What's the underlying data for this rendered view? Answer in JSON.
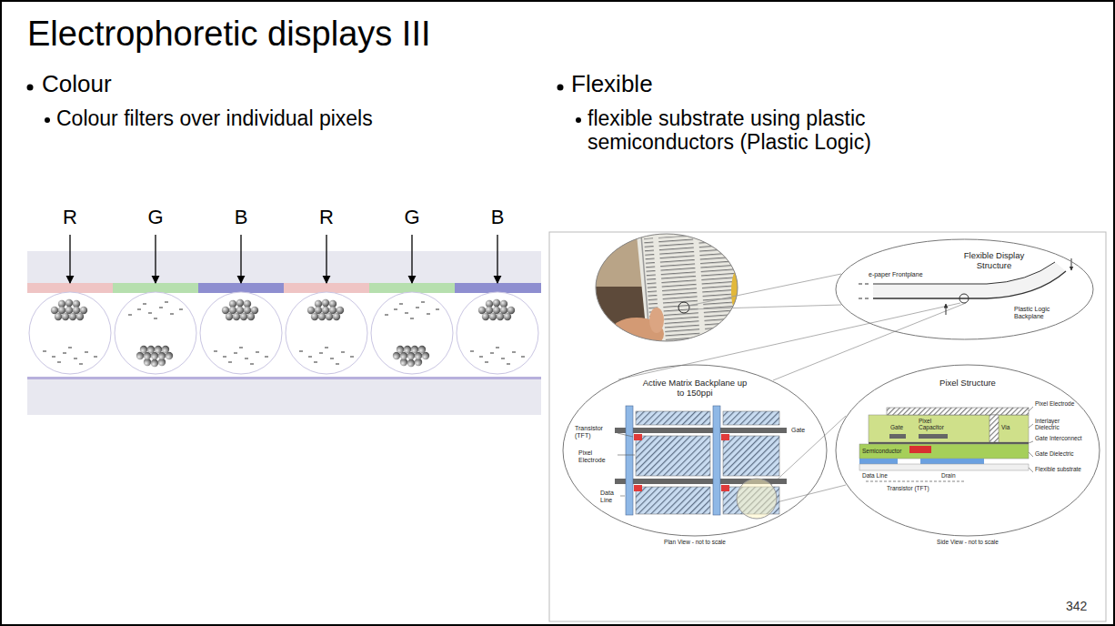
{
  "diagram": {
    "title": "Electrophoretic displays III",
    "nodes": [
      {
        "text": [
          "Flexible Display Structure"
        ]
      },
      {
        "text": [
          "Active Matrix Backplane up to 150ppi"
        ]
      },
      {
        "text": [
          "Pixel Structure"
        ]
      }
    ],
    "labels": [
      "Colour",
      "Colour filters over individual pixels",
      "R",
      "G",
      "B",
      "R",
      "G",
      "B",
      "Flexible",
      "flexible substrate using plastic semiconductors (Plastic Logic)",
      "e-paper Frontplane",
      "Plastic Logic Backplane",
      "Gate",
      "Transistor (TFT)",
      "Pixel Electrode",
      "Data Line",
      "Plan View - not to scale",
      "Gate",
      "Pixel Capacitor",
      "Via",
      "Semiconductor",
      "Data Line",
      "Drain",
      "Transistor (TFT)",
      "Pixel Electrode",
      "Interlayer Dielectric",
      "Gate Interconnect",
      "Gate Dielectric",
      "Flexible substrate",
      "Side View - not to scale",
      "342"
    ]
  }
}
